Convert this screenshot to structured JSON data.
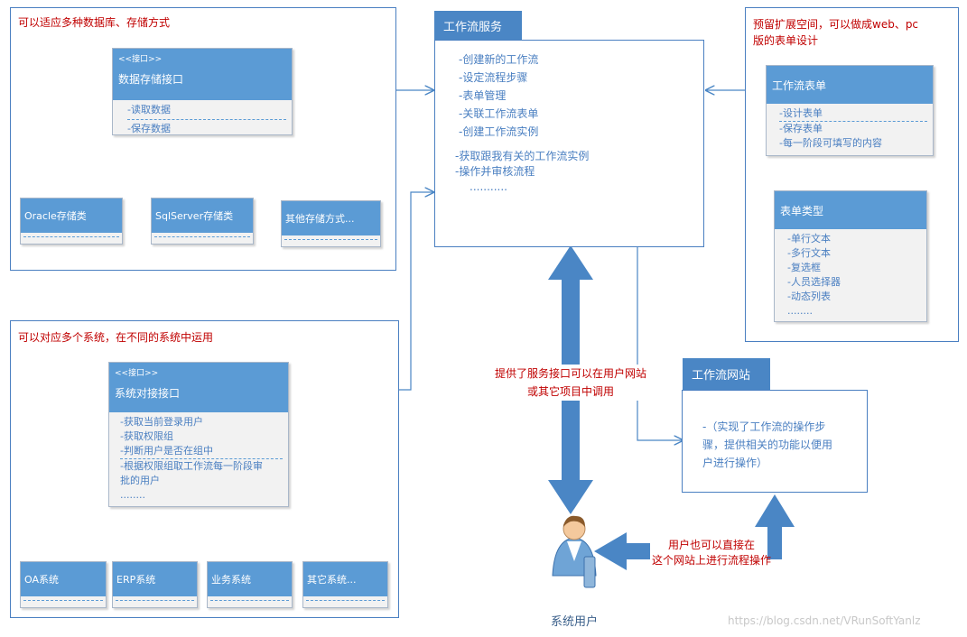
{
  "storage_group": {
    "title": "可以适应多种数据库、存储方式",
    "interface": {
      "stereotype": "<<接口>>",
      "name": "数据存储接口",
      "ops": [
        "-读取数据",
        "-保存数据"
      ]
    },
    "impls": [
      "Oracle存储类",
      "SqlServer存储类",
      "其他存储方式..."
    ]
  },
  "system_group": {
    "title": "可以对应多个系统，在不同的系统中运用",
    "interface": {
      "stereotype": "<<接口>>",
      "name": "系统对接接口",
      "ops": [
        "-获取当前登录用户",
        "-获取权限组",
        "-判断用户是否在组中"
      ],
      "ops2": [
        "-根据权限组取工作流每一阶段审",
        "批的用户",
        "........"
      ]
    },
    "impls": [
      "OA系统",
      "ERP系统",
      "业务系统",
      "其它系统..."
    ]
  },
  "workflow_service": {
    "title": "工作流服务",
    "items": [
      "-创建新的工作流",
      "-设定流程步骤",
      "-表单管理",
      "-关联工作流表单",
      "-创建工作流实例"
    ],
    "items2": [
      "-获取跟我有关的工作流实例",
      "-操作并审核流程",
      "..........."
    ]
  },
  "form_group": {
    "title_line1": "预留扩展空间，可以做成web、pc",
    "title_line2": "版的表单设计",
    "form": {
      "name": "工作流表单",
      "ops": [
        "-设计表单"
      ],
      "ops2": [
        "-保存表单",
        "-每一阶段可填写的内容"
      ]
    },
    "form_type": {
      "name": "表单类型",
      "ops": [
        "-单行文本",
        "-多行文本",
        "-复选框",
        "-人员选择器",
        "-动态列表",
        "........"
      ]
    }
  },
  "website": {
    "title": "工作流网站",
    "text_lines": [
      "-（实现了工作流的操作步",
      "骤，提供相关的功能以便用",
      "户进行操作）"
    ]
  },
  "service_note": [
    "提供了服务接口可以在用户网站",
    "或其它项目中调用"
  ],
  "user_note": [
    "用户也可以直接在",
    "这个网站上进行流程操作"
  ],
  "user_label": "系统用户",
  "watermark": "https://blog.csdn.net/VRunSoftYanlz",
  "colors": {
    "border": "#4a7fc1",
    "header": "#5b9bd5",
    "note": "#c00000",
    "arrow": "#4a86c5"
  }
}
